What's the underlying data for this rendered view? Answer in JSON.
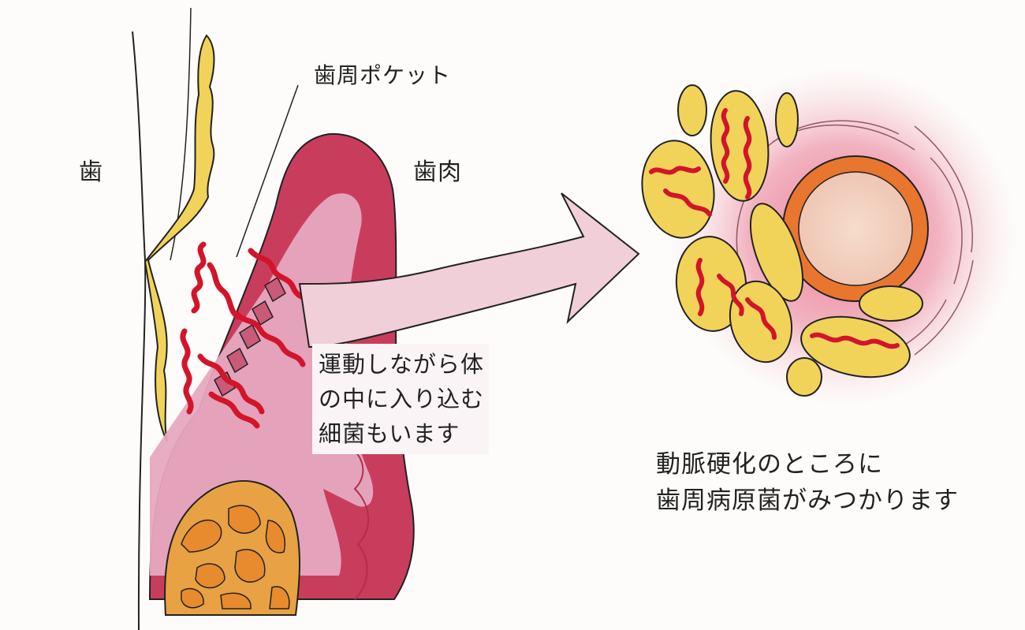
{
  "labels": {
    "tooth": "歯",
    "gum": "歯肉",
    "pocket": "歯周ポケット"
  },
  "invasion_text": {
    "line1": "運動しながら体",
    "line2": "の中に入り込む",
    "line3": "細菌もいます"
  },
  "artery_text": {
    "line1": "動脈硬化のところに",
    "line2": "歯周病原菌がみつかります"
  },
  "colors": {
    "gum": "#c93d5c",
    "gum_inner": "#e7a8c0",
    "plaque": "#f2d35a",
    "bacteria": "#d2152a",
    "artery_glow": "#e7728a",
    "bone": "#e8a243"
  }
}
